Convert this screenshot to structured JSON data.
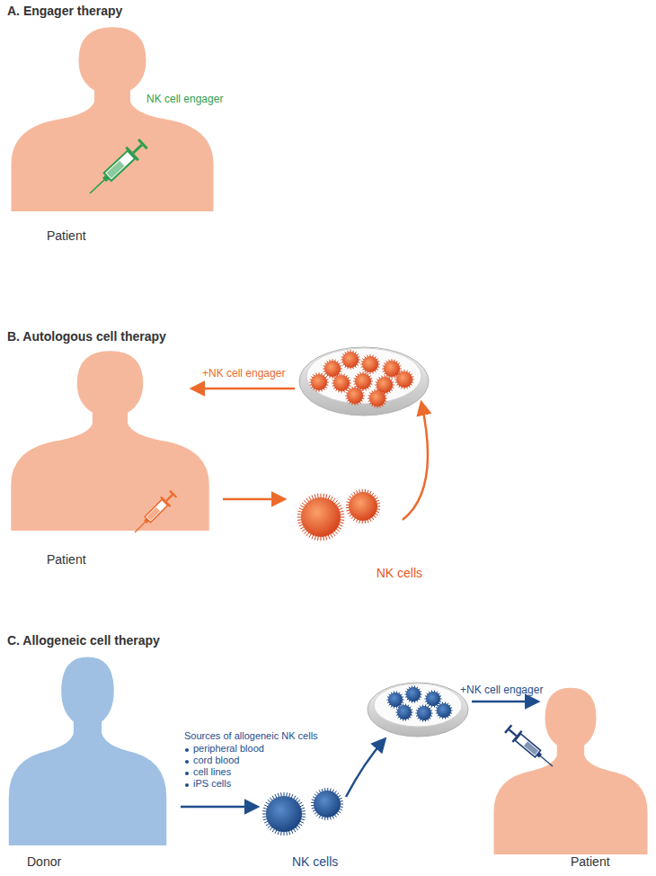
{
  "diagram": {
    "nodes": [
      {
        "text": [
          "Patient"
        ]
      },
      {
        "text": [
          "Patient"
        ]
      },
      {
        "text": [
          "NK cells"
        ]
      },
      {
        "text": [
          "Donor"
        ]
      },
      {
        "text": [
          "NK cells"
        ]
      },
      {
        "text": [
          "Patient"
        ]
      }
    ],
    "edges": [
      {
        "from": 1,
        "to": 2,
        "arrow": "to"
      },
      {
        "from": 3,
        "to": 4,
        "arrow": "to"
      }
    ],
    "labels": [
      "A. Engager therapy",
      "NK cell engager",
      "B. Autologous cell therapy",
      "+NK cell engager",
      "C. Allogeneic cell therapy",
      "Sources of allogeneic NK cells",
      "peripheral blood",
      "cord blood",
      "cell lines",
      "iPS cells",
      "+NK cell engager"
    ]
  }
}
